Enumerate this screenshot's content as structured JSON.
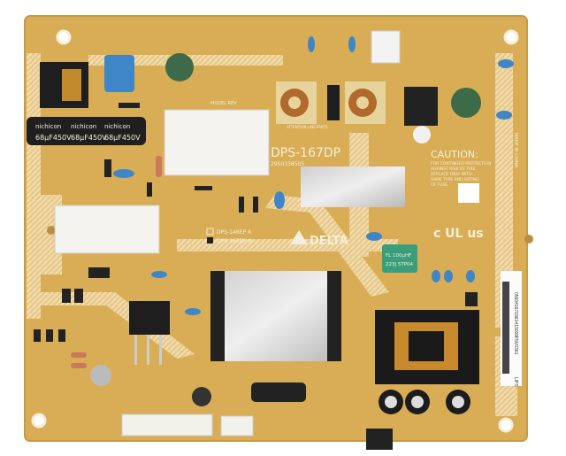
{
  "board": {
    "model": "DPS-167DP",
    "part_number": "2950338505",
    "variant_options": [
      "DPS-146EP A",
      "DPS-167DP A"
    ],
    "brand": "DELTA",
    "model_rev_label": "MODEL REV",
    "attention_label": "ATTENTION LINE PARTS",
    "caution_title": "CAUTION:",
    "caution_lines": [
      "FOR CONTINUED PROTECTION",
      "AGAINST RISK OF FIRE,",
      "REPLACE ONLY WITH",
      "SAME TYPE AND RATING",
      "OF FUSE."
    ],
    "made_in": "MADE IN CHINA",
    "cert_mark": "c UL us",
    "barcode_text": "056041671861413008F5V0361",
    "barcode_prefix": "LIPS",
    "capacitor_brand": "nichicon",
    "capacitor_rating": "68µF450V",
    "film_cap_line1": "FL 100µHF",
    "film_cap_line2": "223J 5TP04",
    "colors": {
      "pcb": "#d9ad55",
      "silkscreen": "#f4eedc",
      "trace": "#e6c27a",
      "heatsink": "#e8e6e0",
      "capacitor_blue": "#3f86c8",
      "varistor_green": "#3d6b4a"
    }
  }
}
